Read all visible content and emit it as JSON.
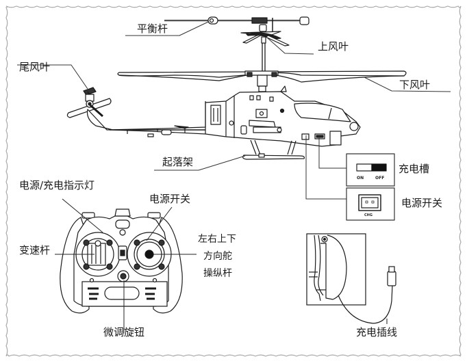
{
  "title": "遥控直升机部件示意图",
  "helicopter": {
    "labels": {
      "flybar": "平衡杆",
      "upper_rotor": "上风叶",
      "tail_rotor": "尾风叶",
      "lower_rotor": "下风叶",
      "landing_gear": "起落架",
      "charging_port": "充电槽",
      "power_switch": "电源开关"
    },
    "switch_panel": {
      "on_label": "ON",
      "off_label": "OFF",
      "state": "OFF"
    },
    "charge_port_panel": {
      "port_label": "CHG"
    }
  },
  "controller": {
    "labels": {
      "indicator_light": "电源/充电指示灯",
      "power_switch": "电源开关",
      "throttle_stick": "变速杆",
      "direction_stick_line1": "左右上下",
      "direction_stick_line2": "方向舵",
      "direction_stick_line3": "操纵杆",
      "trim_knob": "微调旋钮"
    }
  },
  "charger": {
    "labels": {
      "charging_cable": "充电插线"
    }
  },
  "colors": {
    "line": "#1a1a1a",
    "border": "#a8a8a8",
    "background": "#ffffff"
  }
}
